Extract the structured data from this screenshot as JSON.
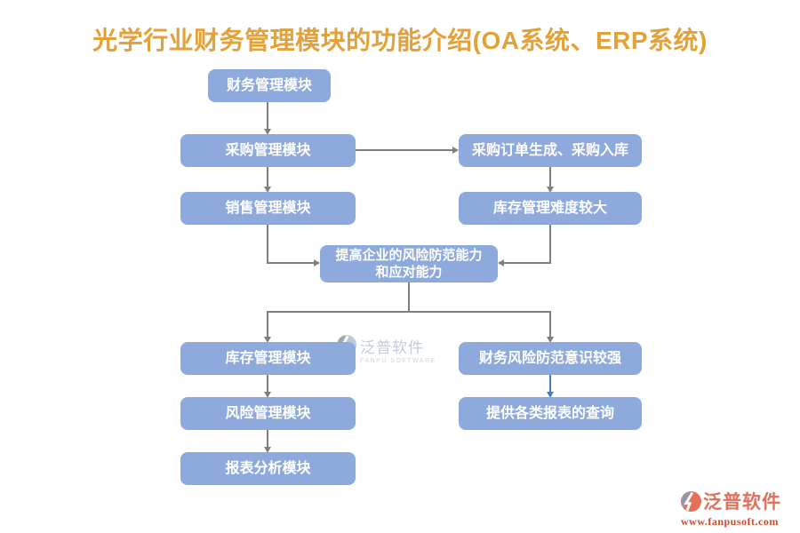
{
  "title": "光学行业财务管理模块的功能介绍(OA系统、ERP系统)",
  "nodes": {
    "finance": "财务管理模块",
    "purchase": "采购管理模块",
    "purchase_order": "采购订单生成、采购入库",
    "sales": "销售管理模块",
    "inventory_difficulty": "库存管理难度较大",
    "risk_center_line1": "提高企业的风险防范能力",
    "risk_center_line2": "和应对能力",
    "inventory": "库存管理模块",
    "risk_awareness": "财务风险防范意识较强",
    "risk": "风险管理模块",
    "reports_query": "提供各类报表的查询",
    "report_analysis": "报表分析模块"
  },
  "watermark_center": {
    "brand": "泛普软件",
    "sub": "FANPU SOFTWARE"
  },
  "watermark_corner": {
    "brand": "泛普软件",
    "url": "www.fanpusoft.com"
  },
  "colors": {
    "title_text": "#E2A139",
    "node_fill": "#8EA9DB",
    "node_text": "#FFFFFF",
    "arrow_gray": "#7F7F7F",
    "arrow_blue": "#3E7FC1",
    "watermark_gray": "#C3CBD9",
    "brand_red": "#DF705B",
    "url_red": "#CB4A2E"
  }
}
